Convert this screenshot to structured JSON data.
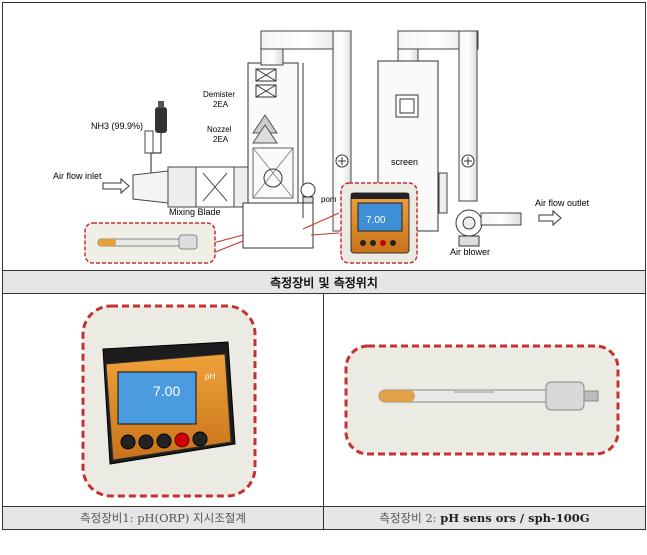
{
  "diagram": {
    "labels": {
      "nh3": "NH3 (99.9%)",
      "demister": "Demister",
      "demister_qty": "2EA",
      "nozzel": "Nozzel",
      "nozzel_qty": "2EA",
      "screen": "screen",
      "air_inlet": "Air flow inlet",
      "mixing_blade": "Mixing Blade",
      "pomp": "pom",
      "air_outlet": "Air flow outlet",
      "air_blower": "Air blower"
    },
    "meter_display": "7.00"
  },
  "caption_main": "측정장비 및 측정위치",
  "photo_left": {
    "display_value": "7.00",
    "brand": "pH"
  },
  "caption_left": "측정장비1: pH(ORP) 지시조절계",
  "caption_right_prefix": "측정장비 2: ",
  "caption_right_bold": "pH sens ors / sph-100G"
}
